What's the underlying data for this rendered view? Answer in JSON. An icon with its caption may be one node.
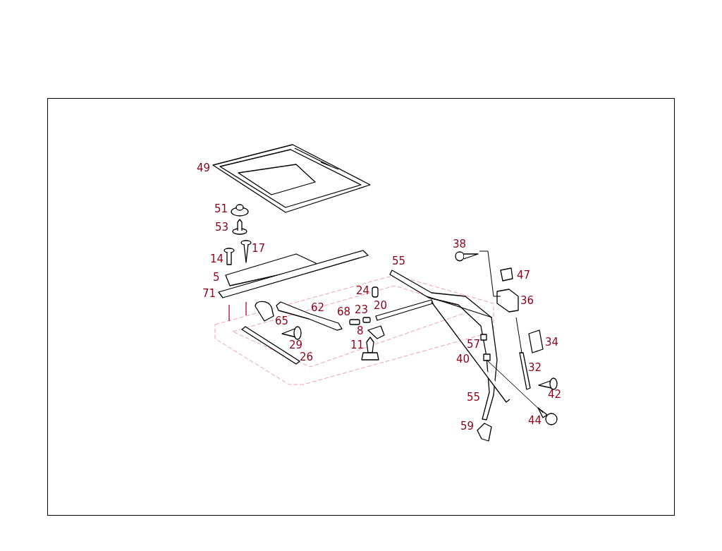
{
  "diagram": {
    "labels": [
      "49",
      "51",
      "53",
      "38",
      "17",
      "14",
      "55",
      "47",
      "5",
      "24",
      "71",
      "36",
      "62",
      "68",
      "23",
      "20",
      "65",
      "8",
      "34",
      "57",
      "29",
      "11",
      "40",
      "26",
      "32",
      "42",
      "55",
      "59",
      "44"
    ]
  }
}
